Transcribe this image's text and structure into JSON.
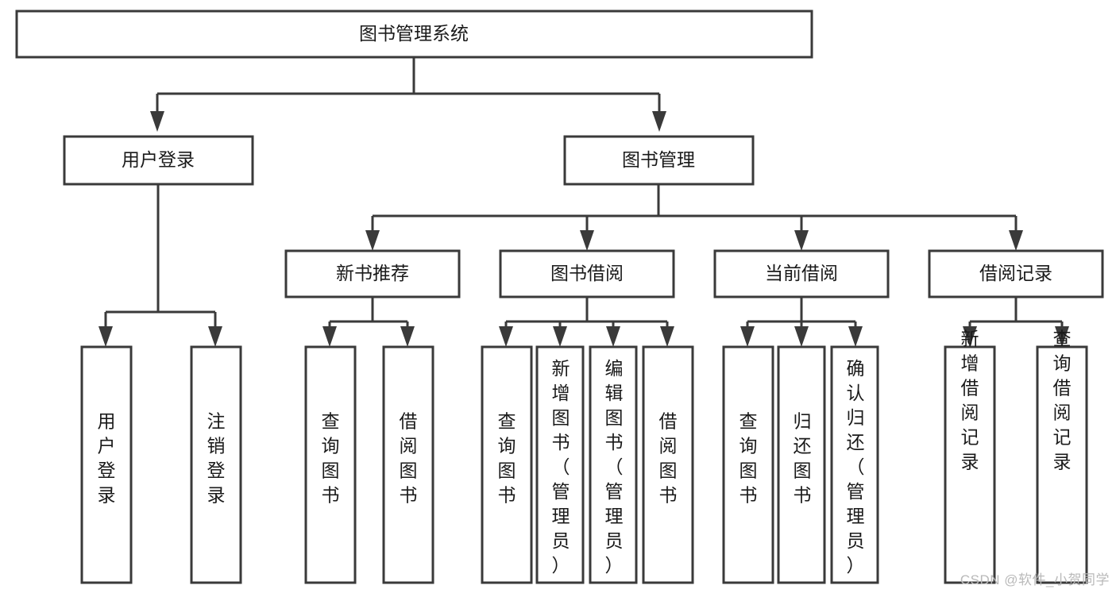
{
  "diagram": {
    "title": "图书管理系统",
    "type": "tree-hierarchy",
    "watermark": "CSDN @软件_小贺同学",
    "colors": {
      "stroke": "#3a3a3a",
      "fill": "#ffffff",
      "text": "#1a1a1a",
      "watermark": "#b9b9b9"
    },
    "root": {
      "label": "图书管理系统"
    },
    "level2": [
      {
        "label": "用户登录"
      },
      {
        "label": "图书管理"
      }
    ],
    "level3": [
      {
        "label": "新书推荐"
      },
      {
        "label": "图书借阅"
      },
      {
        "label": "当前借阅"
      },
      {
        "label": "借阅记录"
      }
    ],
    "leaves": {
      "user_login": [
        {
          "label": "用户登录"
        },
        {
          "label": "注销登录"
        }
      ],
      "new_book_recommend": [
        {
          "label": "查询图书"
        },
        {
          "label": "借阅图书"
        }
      ],
      "book_borrow": [
        {
          "label": "查询图书"
        },
        {
          "label": "新增图书（管理员）"
        },
        {
          "label": "编辑图书（管理员）"
        },
        {
          "label": "借阅图书"
        }
      ],
      "current_borrow": [
        {
          "label": "查询图书"
        },
        {
          "label": "归还图书"
        },
        {
          "label": "确认归还（管理员）"
        }
      ],
      "borrow_record": [
        {
          "label": "新增借阅记录"
        },
        {
          "label": "查询借阅记录"
        }
      ]
    }
  }
}
